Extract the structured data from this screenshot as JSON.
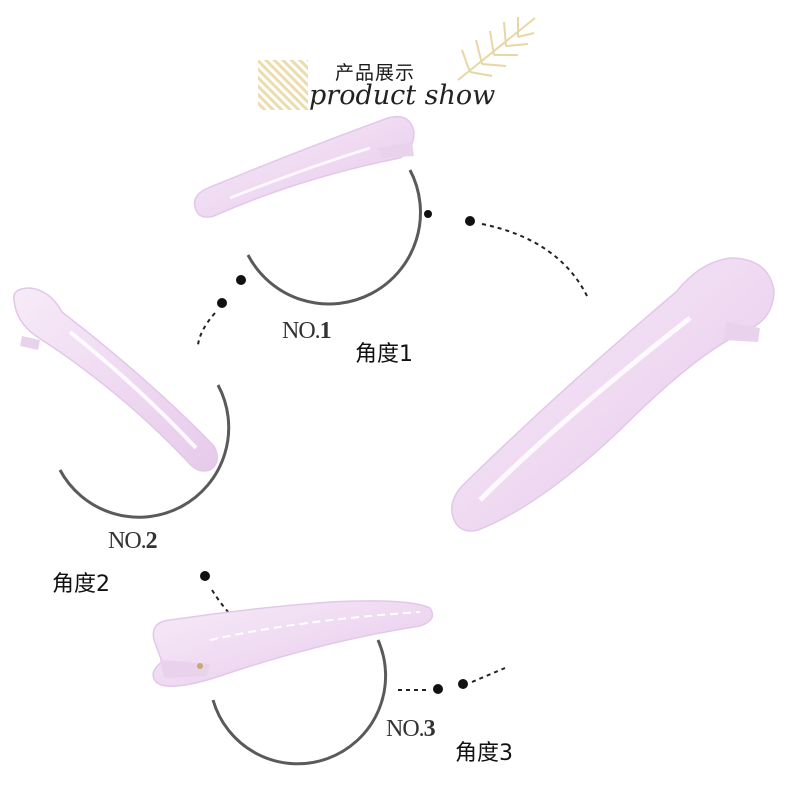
{
  "header": {
    "title_cn": "产品展示",
    "title_en": "product show"
  },
  "views": [
    {
      "number_prefix": "NO.",
      "number": "1",
      "label": "角度1"
    },
    {
      "number_prefix": "NO.",
      "number": "2",
      "label": "角度2"
    },
    {
      "number_prefix": "NO.",
      "number": "3",
      "label": "角度3"
    }
  ],
  "colors": {
    "clip_fill": "#f1def4",
    "clip_edge": "#e2c8e8",
    "circle_shadow": "#5a5a5a",
    "dot": "#111111",
    "accent_gold": "#e8d6a4"
  }
}
